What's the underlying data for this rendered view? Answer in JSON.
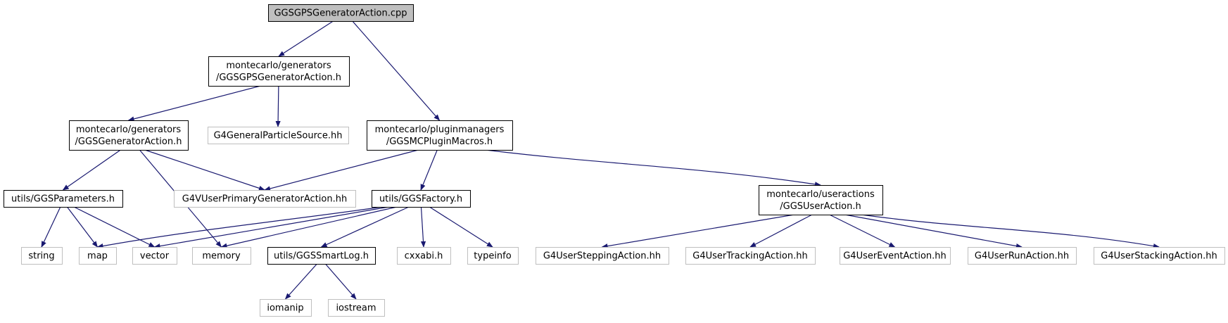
{
  "colors": {
    "edge": "#191970",
    "root_fill": "#bfbfbf",
    "documented_border": "#000000",
    "external_border": "#bfbfbf",
    "background": "#ffffff"
  },
  "nodes": [
    {
      "id": "root",
      "kind": "root",
      "lines": [
        "GGSGPSGeneratorAction.cpp"
      ]
    },
    {
      "id": "gps_h",
      "kind": "documented",
      "lines": [
        "montecarlo/generators",
        "/GGSGPSGeneratorAction.h"
      ]
    },
    {
      "id": "gen_h",
      "kind": "documented",
      "lines": [
        "montecarlo/generators",
        "/GGSGeneratorAction.h"
      ]
    },
    {
      "id": "g4gps",
      "kind": "external",
      "lines": [
        "G4GeneralParticleSource.hh"
      ]
    },
    {
      "id": "plugin",
      "kind": "documented",
      "lines": [
        "montecarlo/pluginmanagers",
        "/GGSMCPluginMacros.h"
      ]
    },
    {
      "id": "params",
      "kind": "documented",
      "lines": [
        "utils/GGSParameters.h"
      ]
    },
    {
      "id": "g4vupga",
      "kind": "external",
      "lines": [
        "G4VUserPrimaryGeneratorAction.hh"
      ]
    },
    {
      "id": "factory",
      "kind": "documented",
      "lines": [
        "utils/GGSFactory.h"
      ]
    },
    {
      "id": "useract",
      "kind": "documented",
      "lines": [
        "montecarlo/useractions",
        "/GGSUserAction.h"
      ]
    },
    {
      "id": "string",
      "kind": "external",
      "lines": [
        "string"
      ]
    },
    {
      "id": "map",
      "kind": "external",
      "lines": [
        "map"
      ]
    },
    {
      "id": "vector",
      "kind": "external",
      "lines": [
        "vector"
      ]
    },
    {
      "id": "memory",
      "kind": "external",
      "lines": [
        "memory"
      ]
    },
    {
      "id": "smartlog",
      "kind": "documented",
      "lines": [
        "utils/GGSSmartLog.h"
      ]
    },
    {
      "id": "cxxabi",
      "kind": "external",
      "lines": [
        "cxxabi.h"
      ]
    },
    {
      "id": "typeinfo",
      "kind": "external",
      "lines": [
        "typeinfo"
      ]
    },
    {
      "id": "stepping",
      "kind": "external",
      "lines": [
        "G4UserSteppingAction.hh"
      ]
    },
    {
      "id": "tracking",
      "kind": "external",
      "lines": [
        "G4UserTrackingAction.hh"
      ]
    },
    {
      "id": "event",
      "kind": "external",
      "lines": [
        "G4UserEventAction.hh"
      ]
    },
    {
      "id": "run",
      "kind": "external",
      "lines": [
        "G4UserRunAction.hh"
      ]
    },
    {
      "id": "stacking",
      "kind": "external",
      "lines": [
        "G4UserStackingAction.hh"
      ]
    },
    {
      "id": "iomanip",
      "kind": "external",
      "lines": [
        "iomanip"
      ]
    },
    {
      "id": "iostream",
      "kind": "external",
      "lines": [
        "iostream"
      ]
    }
  ],
  "edges": [
    {
      "from": "root",
      "to": "gps_h"
    },
    {
      "from": "root",
      "to": "plugin"
    },
    {
      "from": "gps_h",
      "to": "gen_h"
    },
    {
      "from": "gps_h",
      "to": "g4gps"
    },
    {
      "from": "gen_h",
      "to": "params"
    },
    {
      "from": "gen_h",
      "to": "g4vupga"
    },
    {
      "from": "gen_h",
      "to": "memory"
    },
    {
      "from": "plugin",
      "to": "g4vupga"
    },
    {
      "from": "plugin",
      "to": "factory"
    },
    {
      "from": "plugin",
      "to": "useract"
    },
    {
      "from": "params",
      "to": "string"
    },
    {
      "from": "params",
      "to": "map"
    },
    {
      "from": "params",
      "to": "vector"
    },
    {
      "from": "factory",
      "to": "map"
    },
    {
      "from": "factory",
      "to": "vector"
    },
    {
      "from": "factory",
      "to": "memory"
    },
    {
      "from": "factory",
      "to": "smartlog"
    },
    {
      "from": "factory",
      "to": "cxxabi"
    },
    {
      "from": "factory",
      "to": "typeinfo"
    },
    {
      "from": "useract",
      "to": "stepping"
    },
    {
      "from": "useract",
      "to": "tracking"
    },
    {
      "from": "useract",
      "to": "event"
    },
    {
      "from": "useract",
      "to": "run"
    },
    {
      "from": "useract",
      "to": "stacking"
    },
    {
      "from": "smartlog",
      "to": "iomanip"
    },
    {
      "from": "smartlog",
      "to": "iostream"
    }
  ]
}
